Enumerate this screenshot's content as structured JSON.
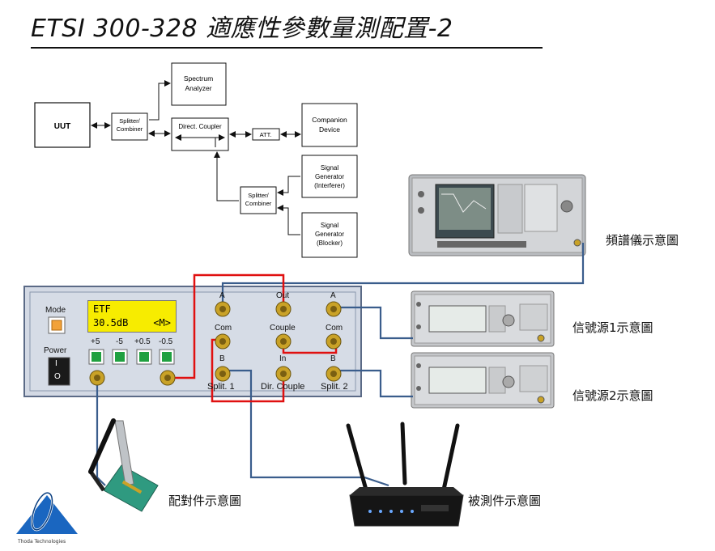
{
  "title": "ETSI 300-328 適應性參數量測配置-2",
  "block_diagram": {
    "uut": "UUT",
    "splitter1": [
      "Splitter/",
      "Combiner"
    ],
    "spectrum_analyzer": [
      "Spectrum",
      "Analyzer"
    ],
    "dir_coupler": "Direct. Coupler",
    "att": "ATT.",
    "companion": [
      "Companion",
      "Device"
    ],
    "splitter2": [
      "Splitter/",
      "Combiner"
    ],
    "siggen_interferer": [
      "Signal",
      "Generator",
      "(Interferer)"
    ],
    "siggen_blocker": [
      "Signal",
      "Generator",
      "(Blocker)"
    ]
  },
  "panel": {
    "mode_label": "Mode",
    "power_label": "Power",
    "power_switch": [
      "I",
      "O"
    ],
    "lcd_line1_left": "ETF",
    "lcd_line2_left": "30.5dB",
    "lcd_line2_right": "<M>",
    "buttons": [
      "+5",
      "-5",
      "+0.5",
      "-0.5"
    ],
    "port_labels": {
      "a_top_left": "A",
      "out": "Out",
      "a_top_right": "A",
      "com_left": "Com",
      "couple": "Couple",
      "com_right": "Com",
      "b_left": "B",
      "in": "In",
      "b_right": "B",
      "split1": "Split. 1",
      "dir_couple": "Dir. Couple",
      "split2": "Split. 2"
    }
  },
  "captions": {
    "spectrum": "頻譜儀示意圖",
    "source1": "信號源1示意圖",
    "source2": "信號源2示意圖",
    "companion": "配對件示意圖",
    "dut": "被測件示意圖"
  },
  "logo_text": "Thoda Technologies",
  "colors": {
    "red_cable": "#e01010",
    "blue_cable": "#3a5d8c",
    "panel_bg": "#cfd6e2",
    "lcd": "#f7ec00",
    "button_green": "#1fa040",
    "mode_orange": "#f2a23a",
    "brass": "#c9a227"
  }
}
